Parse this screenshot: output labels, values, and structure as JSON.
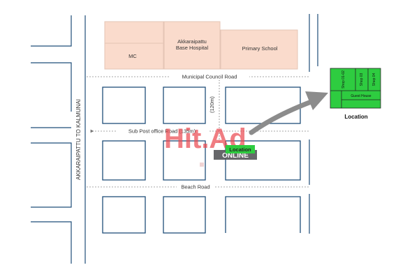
{
  "map": {
    "buildings": {
      "mc": "MC",
      "hospital_line1": "Akkaraipattu",
      "hospital_line2": "Base Hospital",
      "school": "Primary School"
    },
    "roads": {
      "municipal": "Municipal Council Road",
      "sub_post": "Sub Post office Road (135m)",
      "beach": "Beach Road",
      "main": "AKKARAIPATTU  TO  KALMUNAI",
      "side_distance": "(120m)"
    },
    "marker": {
      "label": "Location"
    },
    "watermark": {
      "brand": "Hit.Ad",
      "sub": "ONLINE"
    },
    "inset": {
      "shop_a": "Shop 01-02",
      "shop_b": "Shop 03",
      "shop_c": "Shop 04",
      "guest_house": "Guest House",
      "caption": "Location"
    },
    "colors": {
      "building_fill": "#fadbcc",
      "block_stroke": "#1f4e79",
      "location_green": "#2ecc40",
      "arrow_gray": "#8c8c8c"
    }
  }
}
